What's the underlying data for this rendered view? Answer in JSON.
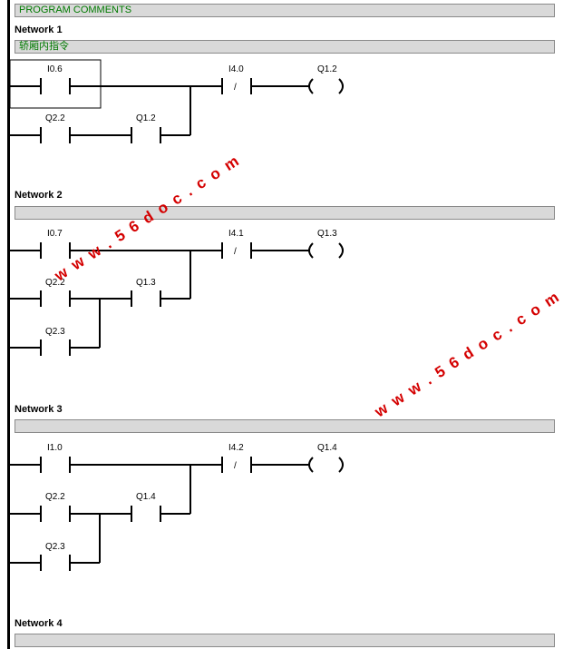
{
  "program_comments": "PROGRAM COMMENTS",
  "networks": [
    {
      "title": "Network 1",
      "comment": "轿厢内指令",
      "contacts": [
        {
          "label": "I0.6",
          "type": "NO"
        },
        {
          "label": "Q2.2",
          "type": "NO"
        },
        {
          "label": "Q1.2",
          "type": "NO"
        },
        {
          "label": "I4.0",
          "type": "NC",
          "symbol": "/"
        }
      ],
      "coil": "Q1.2"
    },
    {
      "title": "Network 2",
      "comment": "",
      "contacts": [
        {
          "label": "I0.7",
          "type": "NO"
        },
        {
          "label": "Q2.2",
          "type": "NO"
        },
        {
          "label": "Q1.3",
          "type": "NO"
        },
        {
          "label": "Q2.3",
          "type": "NO"
        },
        {
          "label": "I4.1",
          "type": "NC",
          "symbol": "/"
        }
      ],
      "coil": "Q1.3"
    },
    {
      "title": "Network 3",
      "comment": "",
      "contacts": [
        {
          "label": "I1.0",
          "type": "NO"
        },
        {
          "label": "Q2.2",
          "type": "NO"
        },
        {
          "label": "Q1.4",
          "type": "NO"
        },
        {
          "label": "Q2.3",
          "type": "NO"
        },
        {
          "label": "I4.2",
          "type": "NC",
          "symbol": "/"
        }
      ],
      "coil": "Q1.4"
    },
    {
      "title": "Network 4",
      "comment": ""
    }
  ],
  "watermarks": [
    "w w w . 5 6 d o c . c o m",
    "w w w . 5 6 d o c . c o m"
  ]
}
